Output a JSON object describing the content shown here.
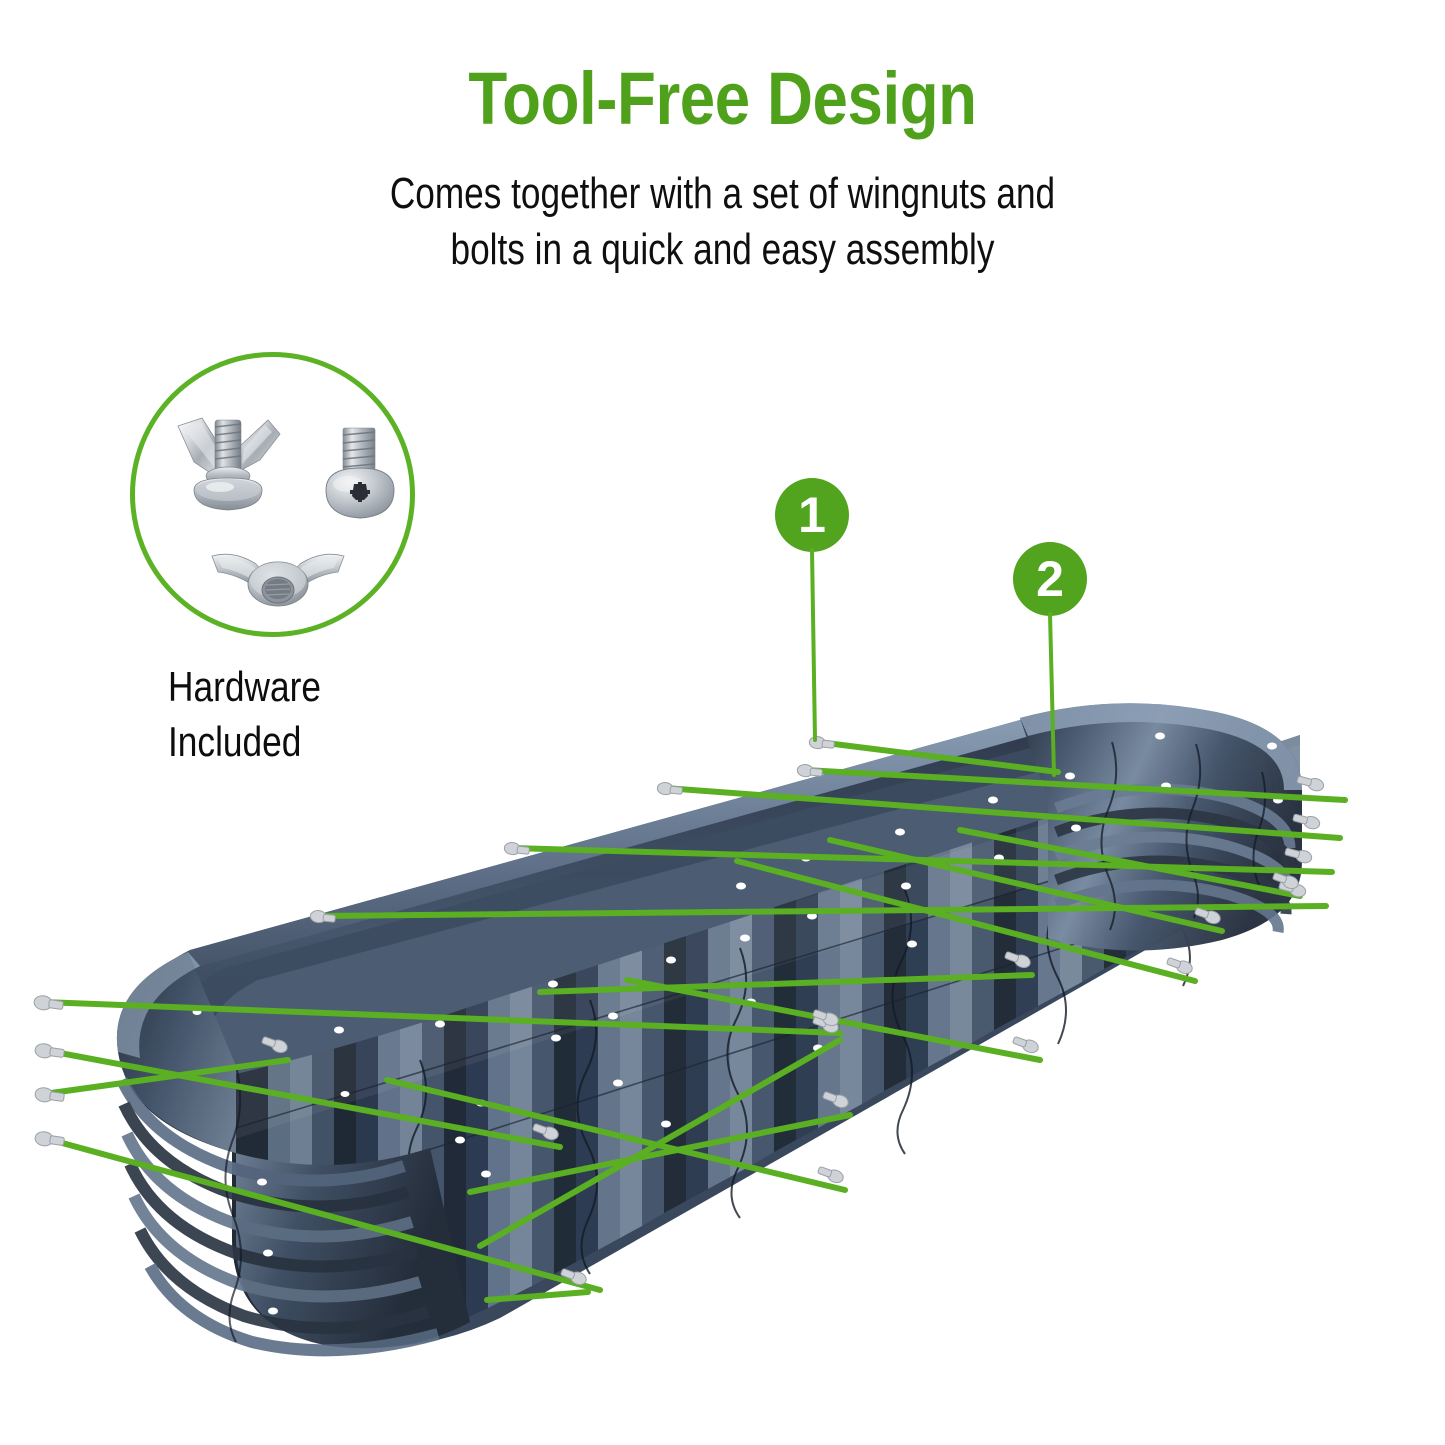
{
  "header": {
    "title": "Tool-Free Design",
    "subtitle_line1": "Comes together with a set of wingnuts and",
    "subtitle_line2": "bolts in a quick and easy assembly"
  },
  "hardware_badge": {
    "caption_line1": "Hardware",
    "caption_line2": "Included",
    "ring_color": "#5CB225",
    "parts": [
      {
        "name": "wingnut-on-bolt-icon",
        "label": "Wingnut threaded on bolt"
      },
      {
        "name": "phillips-bolt-icon",
        "label": "Phillips pan-head bolt"
      },
      {
        "name": "wingnut-icon",
        "label": "Wingnut"
      }
    ]
  },
  "callouts": [
    {
      "number": "1",
      "color": "#52A31D"
    },
    {
      "number": "2",
      "color": "#52A31D"
    }
  ],
  "product": {
    "name": "Oval metal raised garden bed",
    "body_color": "#3C4A5E",
    "body_highlight": "#7D90A8",
    "body_shadow": "#232B38",
    "assembly_line_color": "#5AAF22",
    "fastener_color": "#C9CDD2"
  }
}
